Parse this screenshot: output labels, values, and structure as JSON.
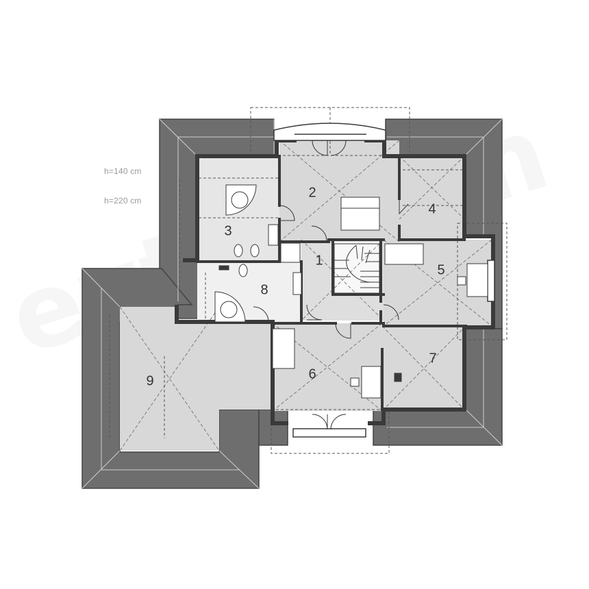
{
  "legend": {
    "h140": "h=140 cm",
    "h220": "h=220 cm"
  },
  "rooms": [
    {
      "id": "1",
      "label": "1"
    },
    {
      "id": "2",
      "label": "2"
    },
    {
      "id": "3",
      "label": "3"
    },
    {
      "id": "4",
      "label": "4"
    },
    {
      "id": "5",
      "label": "5"
    },
    {
      "id": "6",
      "label": "6"
    },
    {
      "id": "7",
      "label": "7"
    },
    {
      "id": "8",
      "label": "8"
    },
    {
      "id": "9",
      "label": "9"
    }
  ],
  "watermark": "extradom",
  "colors": {
    "roof": "#6e6e6e",
    "roof_edge": "#4a4a4a",
    "room_light": "#d9d9d9",
    "room_white": "#f2f2f2",
    "wall": "#3a3a3a"
  }
}
